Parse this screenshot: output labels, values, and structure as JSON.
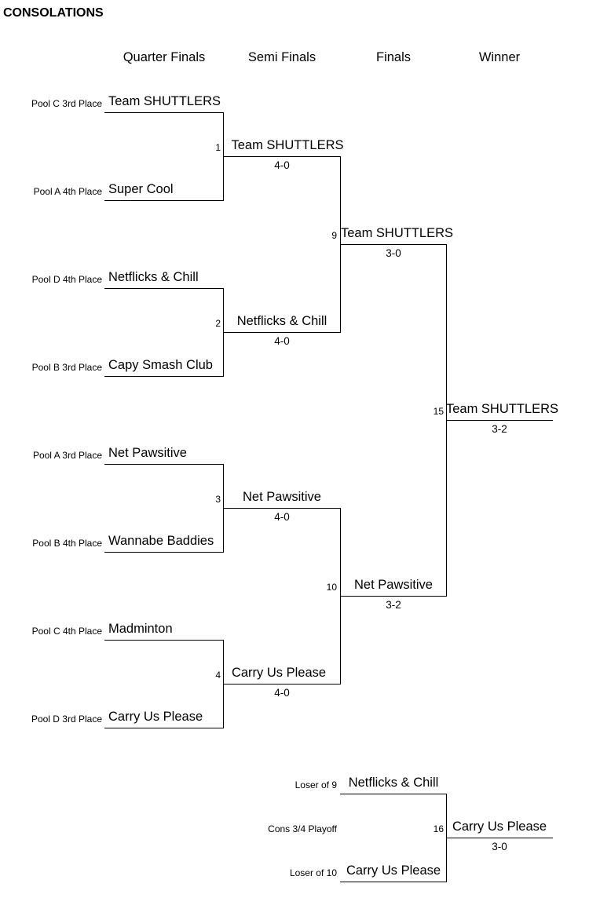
{
  "title": "CONSOLATIONS",
  "rounds": [
    "Quarter Finals",
    "Semi Finals",
    "Finals",
    "Winner"
  ],
  "quarter_finals": [
    {
      "seed": "Pool C 3rd Place",
      "team": "Team SHUTTLERS"
    },
    {
      "seed": "Pool A 4th Place",
      "team": "Super Cool"
    },
    {
      "seed": "Pool D 4th Place",
      "team": "Netflicks & Chill"
    },
    {
      "seed": "Pool B 3rd Place",
      "team": "Capy Smash Club"
    },
    {
      "seed": "Pool A 3rd Place",
      "team": "Net Pawsitive"
    },
    {
      "seed": "Pool B 4th Place",
      "team": "Wannabe Baddies"
    },
    {
      "seed": "Pool C 4th Place",
      "team": "Madminton"
    },
    {
      "seed": "Pool D 3rd Place",
      "team": "Carry Us Please"
    }
  ],
  "semi_finals": [
    {
      "match": "1",
      "team": "Team SHUTTLERS",
      "score": "4-0"
    },
    {
      "match": "2",
      "team": "Netflicks & Chill",
      "score": "4-0"
    },
    {
      "match": "3",
      "team": "Net Pawsitive",
      "score": "4-0"
    },
    {
      "match": "4",
      "team": "Carry Us Please",
      "score": "4-0"
    }
  ],
  "finals": [
    {
      "match": "9",
      "team": "Team SHUTTLERS",
      "score": "3-0"
    },
    {
      "match": "10",
      "team": "Net Pawsitive",
      "score": "3-2"
    }
  ],
  "winner": {
    "match": "15",
    "team": "Team SHUTTLERS",
    "score": "3-2"
  },
  "playoff": {
    "label": "Cons 3/4 Playoff",
    "top": {
      "seed": "Loser of 9",
      "team": "Netflicks & Chill"
    },
    "bottom": {
      "seed": "Loser of 10",
      "team": "Carry Us Please"
    },
    "result": {
      "match": "16",
      "team": "Carry Us Please",
      "score": "3-0"
    }
  }
}
